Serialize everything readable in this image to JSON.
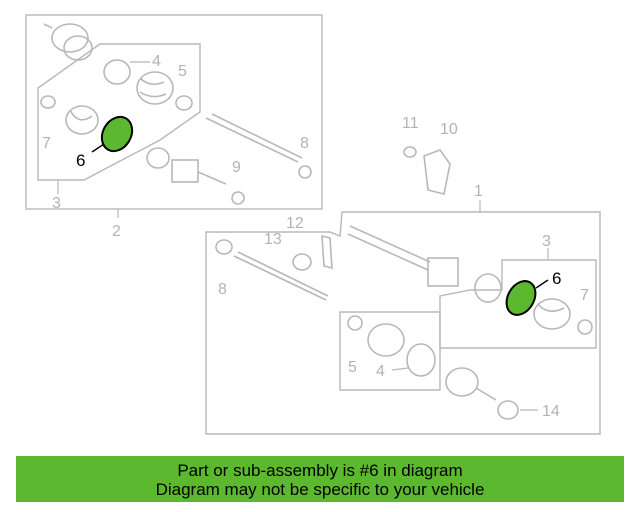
{
  "callouts": {
    "c1": "1",
    "c2": "2",
    "c3_left": "3",
    "c3_right": "3",
    "c4_left": "4",
    "c4_right": "4",
    "c5_left": "5",
    "c5_right": "5",
    "c6_left": "6",
    "c6_right": "6",
    "c7_left": "7",
    "c7_right": "7",
    "c8_left": "8",
    "c8_right": "8",
    "c9": "9",
    "c10": "10",
    "c11": "11",
    "c12": "12",
    "c13": "13",
    "c14": "14"
  },
  "highlight_color": "#5cb82e",
  "banner": {
    "line1": "Part or sub-assembly is #6 in diagram",
    "line2": "Diagram may not be specific to your vehicle"
  }
}
